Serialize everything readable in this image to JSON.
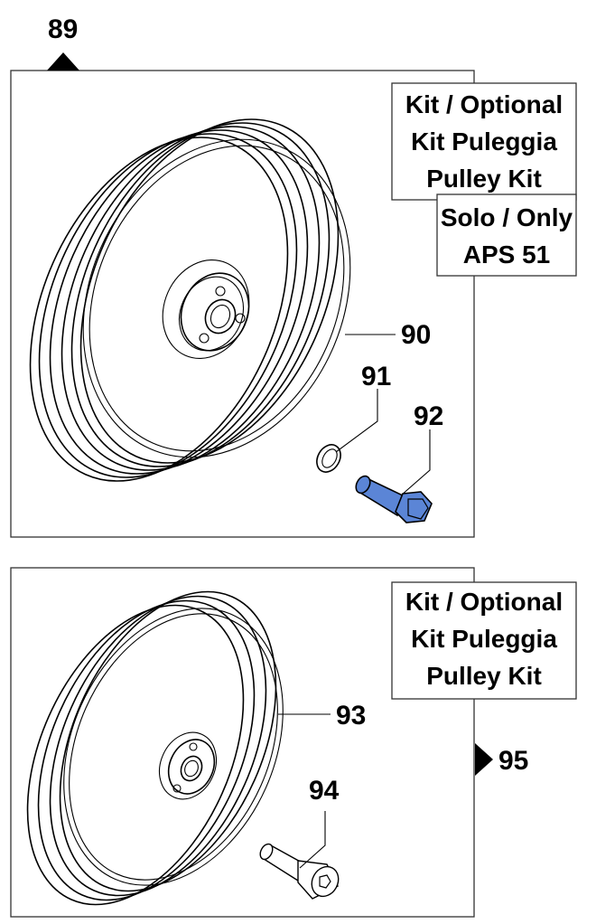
{
  "top_section": {
    "page_ref": "89",
    "parts": {
      "pulley": "90",
      "washer": "91",
      "bolt": "92"
    },
    "kit_label": [
      "Kit / Optional",
      "Kit Puleggia",
      "Pulley Kit"
    ],
    "only_label": [
      "Solo / Only",
      "APS 51"
    ]
  },
  "bottom_section": {
    "page_ref": "95",
    "parts": {
      "pulley": "93",
      "screw": "94"
    },
    "kit_label": [
      "Kit / Optional",
      "Kit Puleggia",
      "Pulley Kit"
    ]
  },
  "colors": {
    "highlight": "#5b85d6",
    "line": "#000000",
    "panel_border": "#333333"
  }
}
